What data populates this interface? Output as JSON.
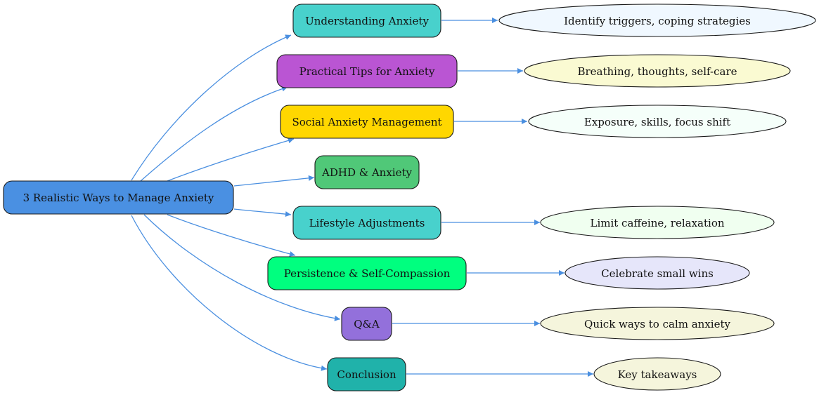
{
  "root": {
    "label": "3 Realistic Ways to Manage Anxiety",
    "color": "#4a90e2"
  },
  "topics": [
    {
      "label": "Understanding Anxiety",
      "color": "#48d1cc"
    },
    {
      "label": "Practical Tips for Anxiety",
      "color": "#ba55d3"
    },
    {
      "label": "Social Anxiety Management",
      "color": "#ffd700"
    },
    {
      "label": "ADHD & Anxiety",
      "color": "#50c878"
    },
    {
      "label": "Lifestyle Adjustments",
      "color": "#48d1cc"
    },
    {
      "label": "Persistence & Self-Compassion",
      "color": "#00ff7f"
    },
    {
      "label": "Q&A",
      "color": "#9370db"
    },
    {
      "label": "Conclusion",
      "color": "#20b2aa"
    }
  ],
  "details": [
    {
      "label": "Identify triggers, coping strategies",
      "color": "#f0f8ff"
    },
    {
      "label": "Breathing, thoughts, self-care",
      "color": "#fafad2"
    },
    {
      "label": "Exposure, skills, focus shift",
      "color": "#f5fffa"
    },
    null,
    {
      "label": "Limit caffeine, relaxation",
      "color": "#f0fff0"
    },
    {
      "label": "Celebrate small wins",
      "color": "#e6e6fa"
    },
    {
      "label": "Quick ways to calm anxiety",
      "color": "#f5f5dc"
    },
    {
      "label": "Key takeaways",
      "color": "#f5f5dc"
    }
  ],
  "edge_color": "#4a8fe0"
}
